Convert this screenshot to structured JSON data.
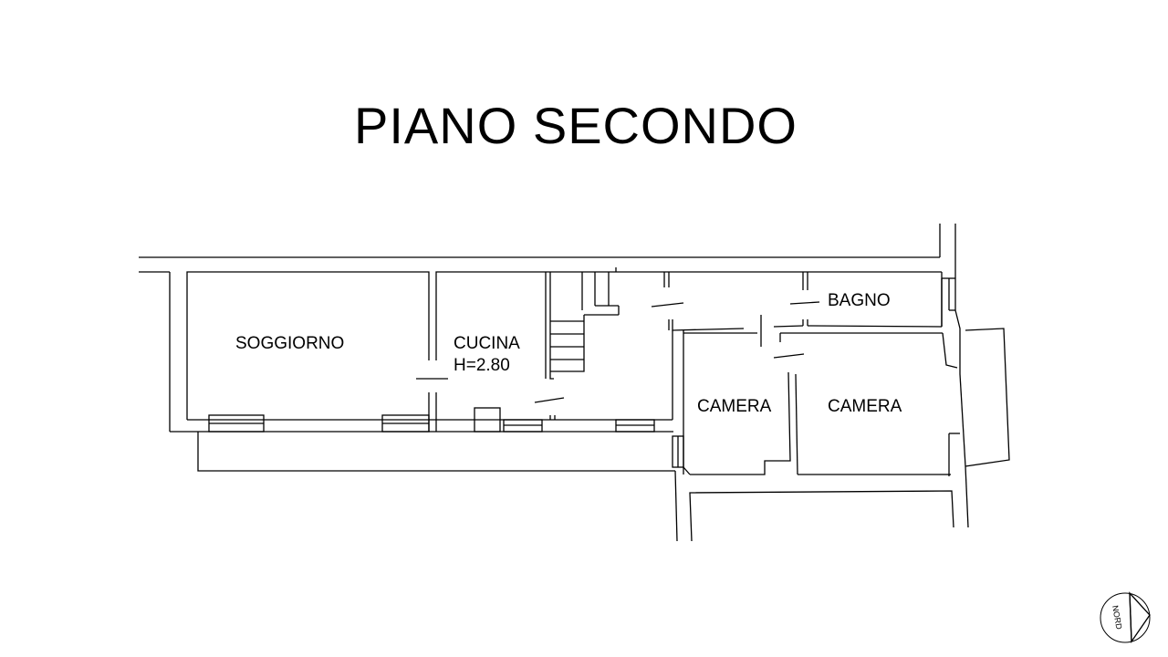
{
  "title": "PIANO SECONDO",
  "rooms": {
    "soggiorno": "SOGGIORNO",
    "cucina": "CUCINA",
    "cucina_height": "H=2.80",
    "bagno": "BAGNO",
    "camera_left": "CAMERA",
    "camera_right": "CAMERA"
  },
  "compass": {
    "label": "NORD",
    "icon": "north-arrow-icon"
  },
  "colors": {
    "line": "#000000",
    "background": "#ffffff"
  }
}
